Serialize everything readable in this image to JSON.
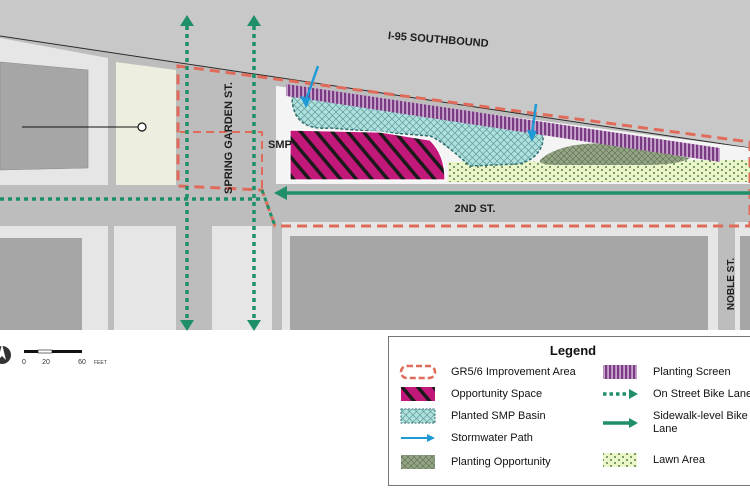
{
  "map": {
    "streets": {
      "highway": "I-95 SOUTHBOUND",
      "spring_garden": "SPRING GARDEN ST.",
      "second": "2ND ST.",
      "noble": "NOBLE ST."
    },
    "callout": "SMP",
    "scale_bar": {
      "ticks": [
        "0",
        "20",
        "60"
      ],
      "unit": "FEET"
    }
  },
  "legend": {
    "title": "Legend",
    "items": [
      {
        "label": "GR5/6 Improvement Area",
        "icon": "dashed-red-outline"
      },
      {
        "label": "Opportunity Space",
        "icon": "magenta-hatch"
      },
      {
        "label": "Planted SMP Basin",
        "icon": "teal-crosshatch"
      },
      {
        "label": "Stormwater Path",
        "icon": "blue-arrow"
      },
      {
        "label": "Planting Opportunity",
        "icon": "green-crosshatch"
      },
      {
        "label": "Planting Screen",
        "icon": "purple-vertical-stripes"
      },
      {
        "label": "On Street Bike Lane",
        "icon": "green-dotted-arrow"
      },
      {
        "label": "Sidewalk-level  Bike Lane",
        "icon": "green-solid-arrow"
      },
      {
        "label": "Lawn Area",
        "icon": "green-dots"
      }
    ]
  },
  "colors": {
    "pavement": "#bdbdbd",
    "buildings": "#a6a6a6",
    "highway": "#c8c8c8",
    "improvement_outline": "#e06b5a",
    "opportunity_space": "#c2187a",
    "smp_basin": "#a8dede",
    "stormwater": "#1e9ad6",
    "planting_opportunity": "#8fa07e",
    "planting_screen": "#7e3f86",
    "bike_lane": "#1f8f6a",
    "lawn": "#e9f4c6"
  }
}
